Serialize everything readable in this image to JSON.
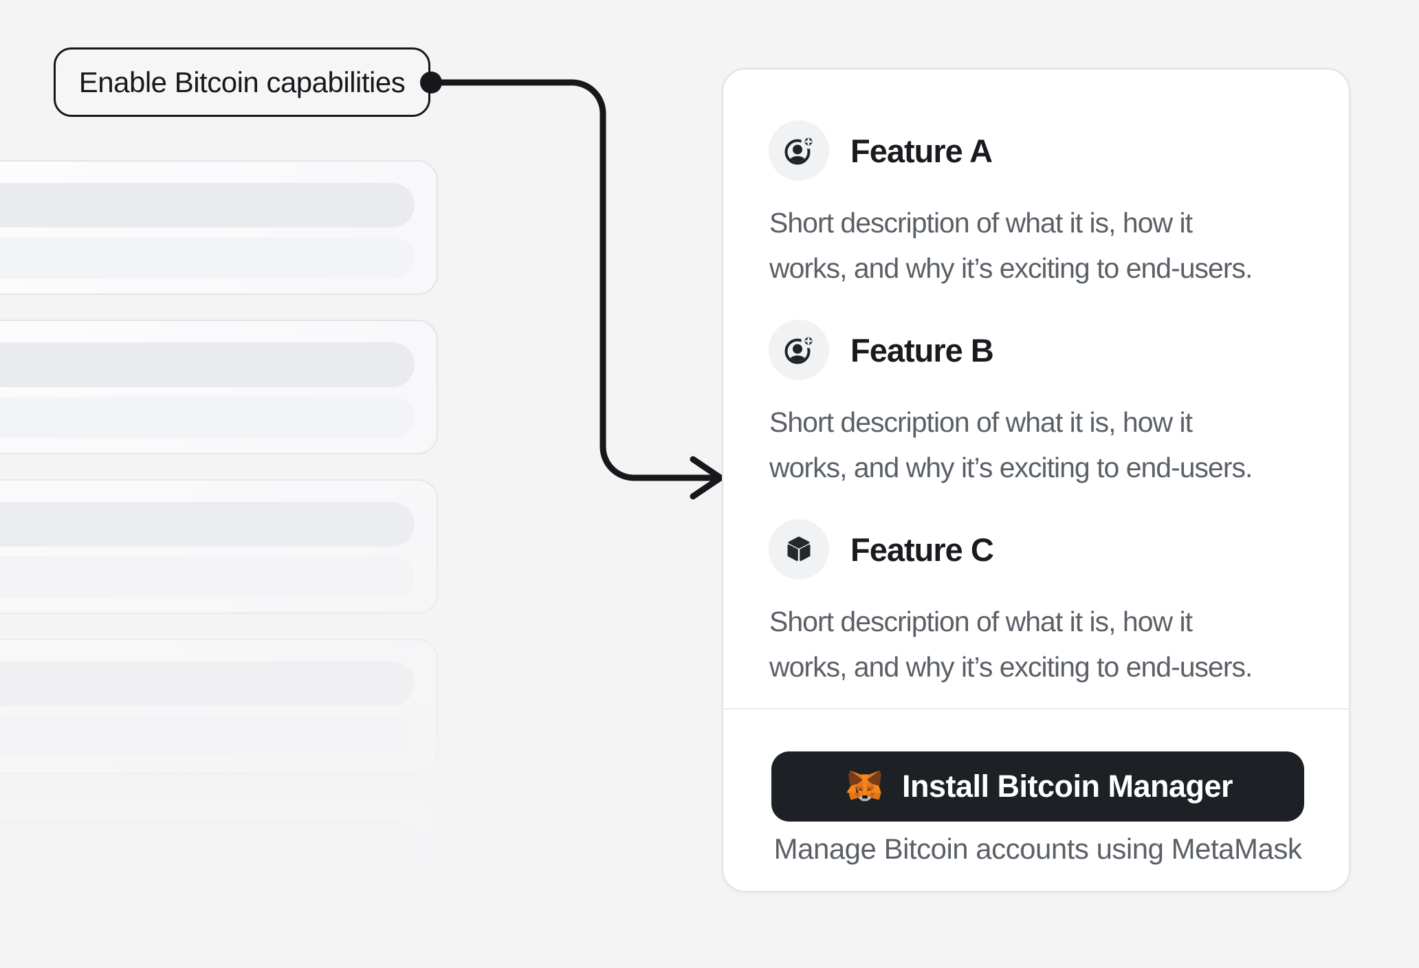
{
  "background": "#f4f4f5",
  "callout": {
    "label": "Enable Bitcoin capabilities"
  },
  "connector": {
    "style": "elbow-arrow-with-dot",
    "color": "#17181c"
  },
  "skeleton": {
    "card_count": 5,
    "bars_per_card": 2
  },
  "card": {
    "features": [
      {
        "icon": "user-add-icon",
        "title": "Feature A",
        "description": "Short description of what it is, how it\nworks, and why it’s exciting to end-users."
      },
      {
        "icon": "user-add-icon",
        "title": "Feature B",
        "description": "Short description of what it is, how it\nworks, and why it’s exciting to end-users."
      },
      {
        "icon": "cube-icon",
        "title": "Feature C",
        "description": "Short description of what it is, how it\nworks, and why it’s exciting to end-users."
      }
    ],
    "footer": {
      "button_icon": "metamask-fox-icon",
      "button_label": "Install Bitcoin Manager",
      "caption": "Manage Bitcoin accounts using MetaMask"
    }
  },
  "colors": {
    "accent_dark": "#17181c",
    "button_bg": "#1d2025",
    "text_title": "#1a1b1f",
    "text_muted": "#5b6067",
    "card_border": "#dfe1e6",
    "icon_circle_bg": "#f1f2f4",
    "skeleton_bar_dark": "#e9ebef",
    "skeleton_bar_light": "#f3f4f7",
    "metamask_orange": "#f6851b"
  }
}
